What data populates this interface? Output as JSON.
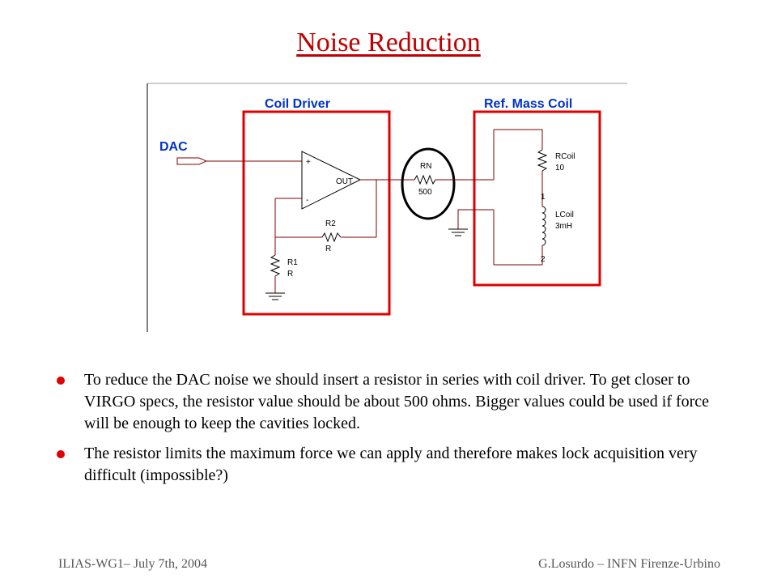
{
  "title": "Noise Reduction",
  "schematic": {
    "coil_driver_label": "Coil Driver",
    "ref_mass_coil_label": "Ref. Mass Coil",
    "dac_label": "DAC",
    "opamp": {
      "plus": "+",
      "minus": "-",
      "out": "OUT"
    },
    "r2": {
      "name": "R2",
      "value": "R"
    },
    "r1": {
      "name": "R1",
      "value": "R"
    },
    "rn": {
      "name": "RN",
      "value": "500"
    },
    "rcoil": {
      "name": "RCoil",
      "value": "10"
    },
    "lcoil": {
      "name": "LCoil",
      "value": "3mH"
    },
    "pin1": "1",
    "pin2": "2",
    "highlight_color": "#e00000",
    "label_color": "#0033cc",
    "wire_color": "#800000"
  },
  "bullets": [
    "To reduce the DAC noise we should insert a resistor in series with coil driver. To get closer to VIRGO specs, the resistor value should be about 500 ohms. Bigger values could be used if force will be enough to keep the cavities locked.",
    "The resistor limits the maximum force we can apply and therefore makes lock acquisition very difficult (impossible?)"
  ],
  "footer": {
    "left": "ILIAS-WG1– July 7th, 2004",
    "right": "G.Losurdo – INFN Firenze-Urbino"
  }
}
